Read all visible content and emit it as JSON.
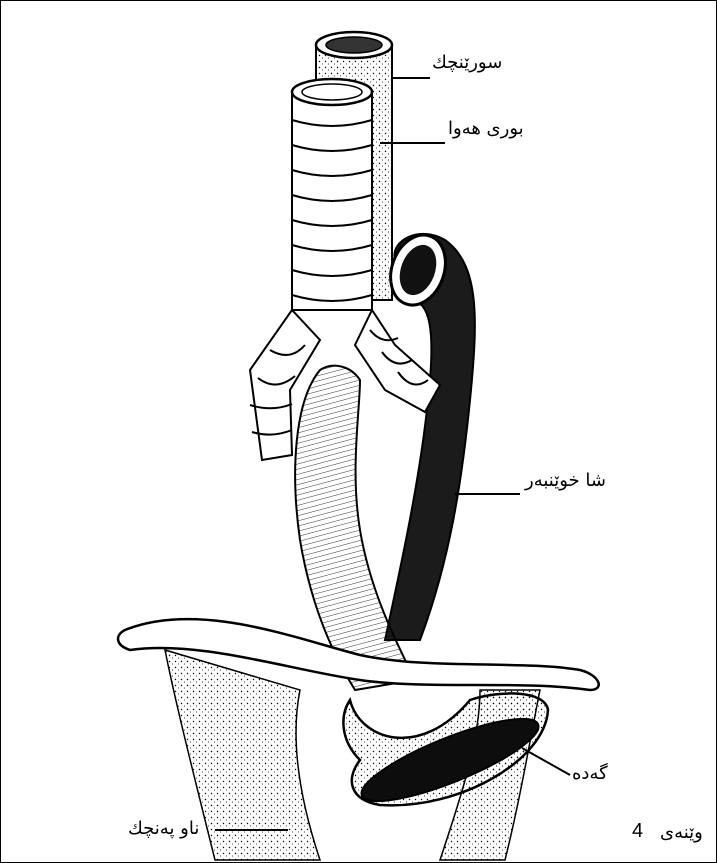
{
  "labels": {
    "esophagus": "سورێنچك",
    "trachea": "بوری هەوا",
    "aorta": "شا خوێنبەر",
    "stomach": "گەدە",
    "diaphragm": "ناو پەنچك"
  },
  "caption": {
    "word": "وێنەی",
    "number": "4"
  },
  "colors": {
    "ink": "#000000",
    "paper": "#ffffff",
    "shade": "#2a2a2a"
  }
}
